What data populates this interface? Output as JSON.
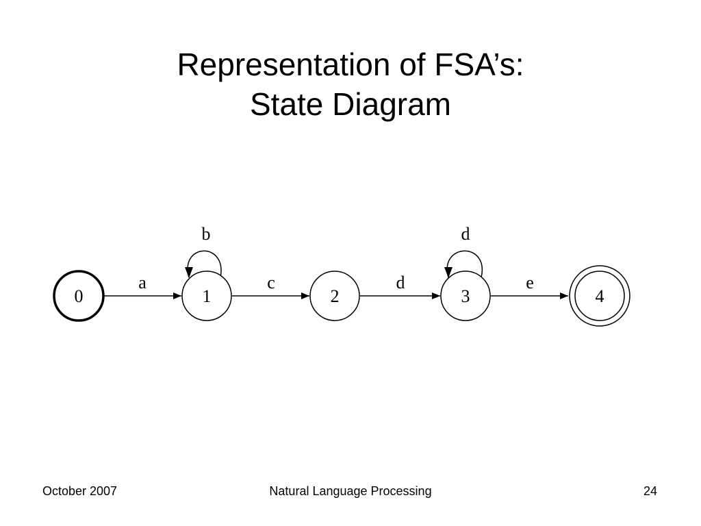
{
  "slide": {
    "title_line1": "Representation of FSA’s:",
    "title_line2": "State Diagram"
  },
  "diagram": {
    "start_state": "0",
    "accept_states": [
      "4"
    ],
    "states": [
      {
        "id": "0",
        "label": "0"
      },
      {
        "id": "1",
        "label": "1"
      },
      {
        "id": "2",
        "label": "2"
      },
      {
        "id": "3",
        "label": "3"
      },
      {
        "id": "4",
        "label": "4"
      }
    ],
    "transitions": [
      {
        "from": "0",
        "to": "1",
        "label": "a"
      },
      {
        "from": "1",
        "to": "1",
        "label": "b"
      },
      {
        "from": "1",
        "to": "2",
        "label": "c"
      },
      {
        "from": "2",
        "to": "3",
        "label": "d"
      },
      {
        "from": "3",
        "to": "3",
        "label": "d"
      },
      {
        "from": "3",
        "to": "4",
        "label": "e"
      }
    ]
  },
  "footer": {
    "date": "October 2007",
    "course": "Natural Language Processing",
    "page": "24"
  }
}
